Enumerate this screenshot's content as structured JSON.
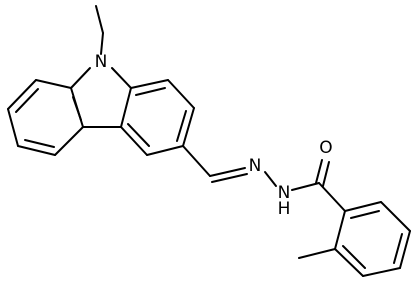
{
  "molecule": {
    "atom_labels": {
      "carbazole_nitrogen": "N",
      "hydrazone_nitrogen": "N",
      "amide_nitrogen": "N",
      "amide_hydrogen": "H",
      "carbonyl_oxygen": "O"
    }
  }
}
